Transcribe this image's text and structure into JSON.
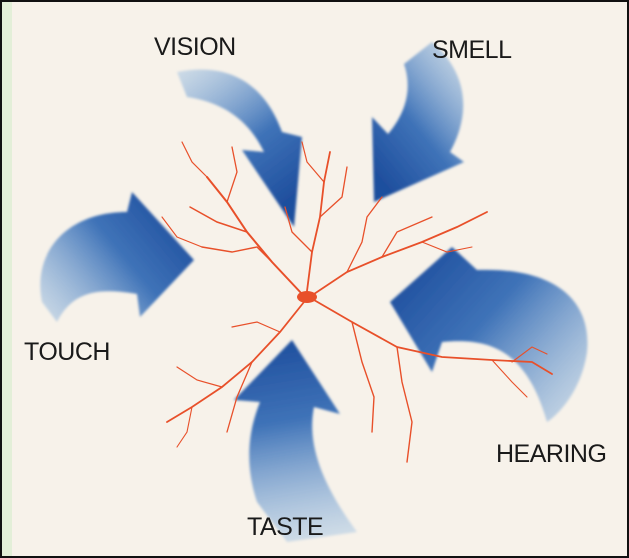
{
  "labels": {
    "vision": "VISION",
    "smell": "SMELL",
    "touch": "TOUCH",
    "hearing": "HEARING",
    "taste": "TASTE"
  },
  "colors": {
    "background": "#f7f2ea",
    "arrow_dark": "#1f4f9e",
    "arrow_light": "#a7c6e4",
    "neuron": "#e8502a",
    "frame": "#111111"
  }
}
